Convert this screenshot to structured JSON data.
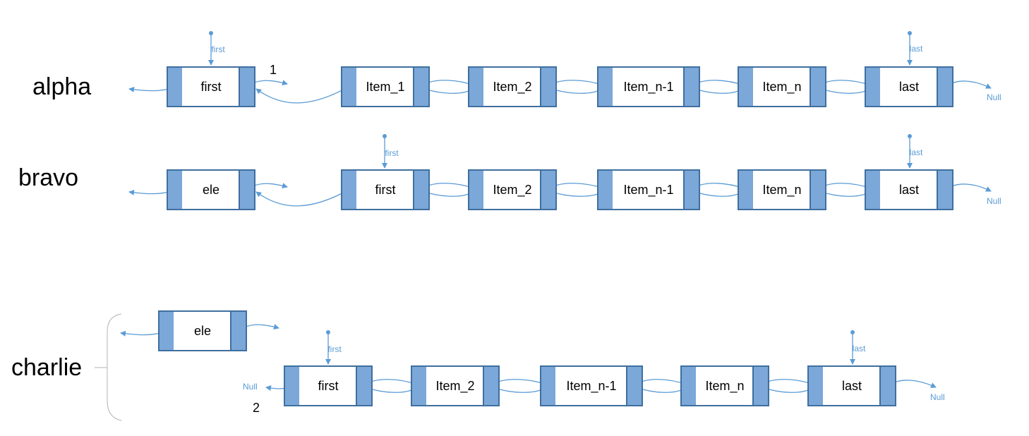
{
  "rows": [
    {
      "label": "alpha",
      "nodes": [
        "first",
        "Item_1",
        "Item_2",
        "Item_n-1",
        "Item_n",
        "last"
      ],
      "pointers": [
        "first",
        "last"
      ],
      "null_label": "Null",
      "step": "1"
    },
    {
      "label": "bravo",
      "nodes": [
        "ele",
        "first",
        "Item_2",
        "Item_n-1",
        "Item_n",
        "last"
      ],
      "pointers": [
        "first",
        "last"
      ],
      "null_label": "Null"
    },
    {
      "label": "charlie",
      "detached_node": "ele",
      "nodes": [
        "first",
        "Item_2",
        "Item_n-1",
        "Item_n",
        "last"
      ],
      "pointers": [
        "first",
        "last"
      ],
      "null_left": "Null",
      "null_right": "Null",
      "step": "2"
    }
  ],
  "colors": {
    "node_fill": "#7ba7d9",
    "node_border": "#3f6f9f",
    "arrow": "#5b9bd5"
  }
}
